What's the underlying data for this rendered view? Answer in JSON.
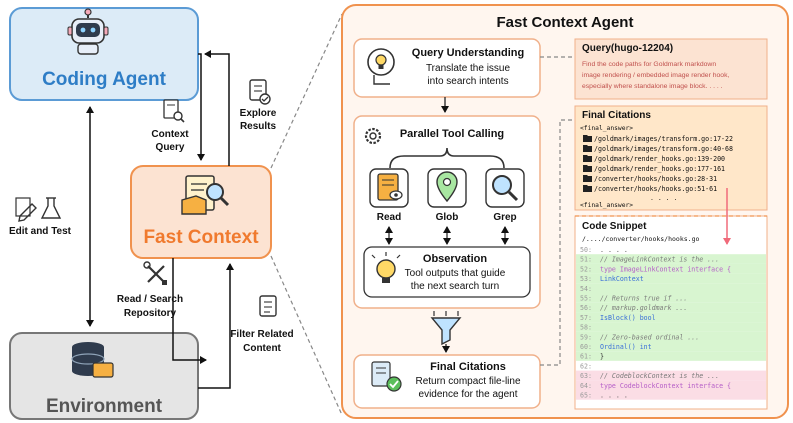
{
  "left": {
    "coding_agent": "Coding Agent",
    "fast_context": "Fast Context",
    "environment": "Environment",
    "context_query": [
      "Context",
      "Query"
    ],
    "explore_results": [
      "Explore",
      "Results"
    ],
    "edit_and_test": "Edit and Test",
    "read_search": [
      "Read / Search",
      "Repository"
    ],
    "filter_related": [
      "Filter Related",
      "Content"
    ]
  },
  "panel": {
    "title": "Fast Context Agent",
    "query_understanding": {
      "title": "Query Understanding",
      "desc": [
        "Translate the issue",
        "into search intents"
      ]
    },
    "parallel_tool_calling": {
      "title": "Parallel Tool Calling",
      "tools": [
        "Read",
        "Glob",
        "Grep"
      ]
    },
    "observation": {
      "title": "Observation",
      "desc": [
        "Tool outputs that guide",
        "the next search turn"
      ]
    },
    "final_citations": {
      "title": "Final Citations",
      "desc": [
        "Return compact file-line",
        "evidence for the agent"
      ]
    }
  },
  "query": {
    "title": "Query(hugo-12204)",
    "lines": [
      "Find the code paths for Goldmark markdown",
      "image rendering / embedded image render hook,",
      "especially where standalone image block. . . . ."
    ]
  },
  "citations": {
    "title": "Final Citations",
    "open_tag": "<final_answer>",
    "files": [
      "/goldmark/images/transform.go:17-22",
      "/goldmark/images/transform.go:40-68",
      "/goldmark/render_hooks.go:139-200",
      "/goldmark/render_hooks.go:177-161",
      "/converter/hooks/hooks.go:28-31",
      "/converter/hooks/hooks.go:51-61"
    ],
    "ellipsis": ". . . .",
    "close_tag": "<final_answer>"
  },
  "snippet": {
    "title": "Code Snippet",
    "path": "/..../converter/hooks/hooks.go",
    "lines": [
      {
        "num": "50:",
        "code": ". . . .",
        "bg": "none"
      },
      {
        "num": "51:",
        "code": "// ImageLinkContext is the ...",
        "bg": "green"
      },
      {
        "num": "52:",
        "code": "type ImageLinkContext interface {",
        "bg": "green"
      },
      {
        "num": "53:",
        "code": "        LinkContext",
        "bg": "green"
      },
      {
        "num": "54:",
        "code": "",
        "bg": "green"
      },
      {
        "num": "55:",
        "code": "        // Returns true if ...",
        "bg": "green"
      },
      {
        "num": "56:",
        "code": "        // markup.goldmark ...",
        "bg": "green"
      },
      {
        "num": "57:",
        "code": "        IsBlock() bool",
        "bg": "green"
      },
      {
        "num": "58:",
        "code": "",
        "bg": "green"
      },
      {
        "num": "59:",
        "code": "        // Zero-based ordinal ...",
        "bg": "green"
      },
      {
        "num": "60:",
        "code": "        Ordinal() int",
        "bg": "green"
      },
      {
        "num": "61:",
        "code": "}",
        "bg": "green"
      },
      {
        "num": "62:",
        "code": "",
        "bg": "none"
      },
      {
        "num": "63:",
        "code": "// CodeblockContext is the ...",
        "bg": "pink"
      },
      {
        "num": "64:",
        "code": "type CodeblockContext interface {",
        "bg": "pink"
      },
      {
        "num": "65:",
        "code": ". . . .",
        "bg": "pink"
      }
    ]
  },
  "colors": {
    "coding_agent_fill": "#DCEBF7",
    "coding_agent_text": "#2E7DC6",
    "fast_context_fill": "#FCE3D2",
    "fast_context_text": "#F07A2E",
    "environment_fill": "#E5E5E5",
    "environment_text": "#555555",
    "panel_border": "#F0924E",
    "panel_fill": "#FFF6EF",
    "query_fill": "#FCE3D2",
    "citation_fill": "#FFE7C9",
    "code_green": "#D8F5D0",
    "code_pink": "#FBDDE5"
  },
  "icons": [
    "robot-icon",
    "magnifier-document-icon",
    "database-folder-icon",
    "document-search-icon",
    "checklist-icon",
    "edit-flask-icon",
    "wrench-screwdriver-icon",
    "filter-list-icon",
    "brain-bulb-icon",
    "gear-icon",
    "read-document-icon",
    "glob-pin-icon",
    "grep-magnifier-icon",
    "observation-bulb-icon",
    "funnel-icon",
    "document-check-icon",
    "folder-icon"
  ]
}
